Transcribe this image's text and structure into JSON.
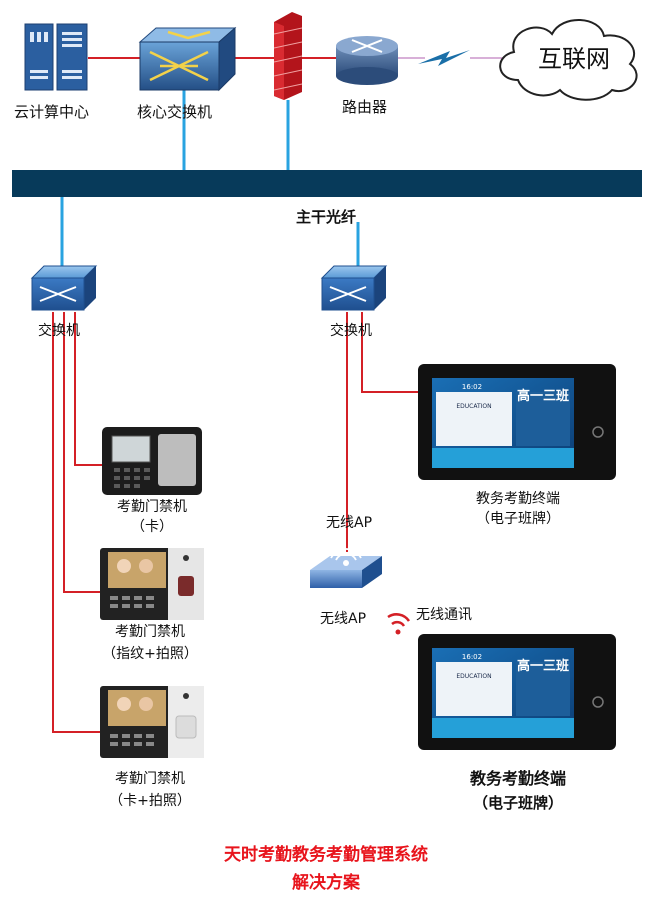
{
  "nodes": {
    "cloud_center": "云计算中心",
    "core_switch": "核心交换机",
    "router": "路由器",
    "internet": "互联网",
    "backbone": "主干光纤",
    "switch_left": "交换机",
    "switch_right": "交换机",
    "device1_line1": "考勤门禁机",
    "device1_line2": "（卡）",
    "device2_line1": "考勤门禁机",
    "device2_line2": "（指纹+拍照）",
    "device3_line1": "考勤门禁机",
    "device3_line2": "（卡+拍照）",
    "terminal1_line1": "教务考勤终端",
    "terminal1_line2": "（电子班牌）",
    "wireless_ap_top": "无线AP",
    "wireless_ap": "无线AP",
    "wireless_comm": "无线通讯",
    "terminal2_line1": "教务考勤终端",
    "terminal2_line2": "（电子班牌）"
  },
  "screen": {
    "class_name": "高一三班",
    "time": "16:02",
    "magazine": "EDUCATION"
  },
  "footer": {
    "title_line1": "天时考勤教务考勤管理系统",
    "title_line2": "解决方案"
  },
  "colors": {
    "backbone": "#073a5a",
    "cable_red": "#d42026",
    "cable_blue": "#29a3e0",
    "title_red": "#e8141c",
    "switch_blue": "#3d7fc8"
  }
}
